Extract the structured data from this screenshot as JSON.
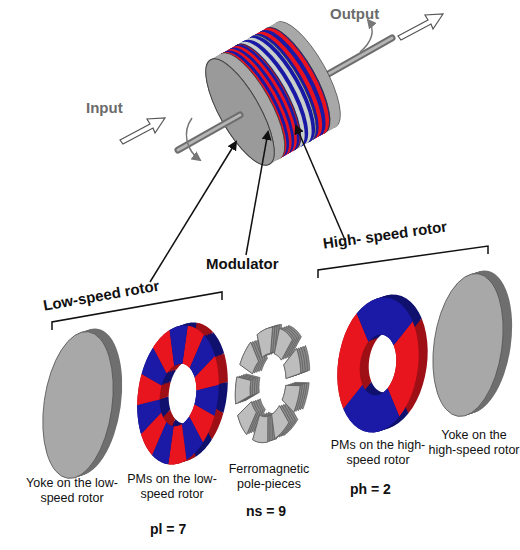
{
  "diagram": {
    "labels": [
      "Input",
      "Output",
      "Low-speed rotor",
      "Modulator",
      "High- speed rotor",
      "Yoke on the low-speed rotor",
      "PMs on the low-speed rotor",
      "pl = 7",
      "Ferromagnetic pole-pieces",
      "ns = 9",
      "PMs on the high-speed rotor",
      "ph = 2",
      "Yoke on the high-speed rotor"
    ]
  }
}
